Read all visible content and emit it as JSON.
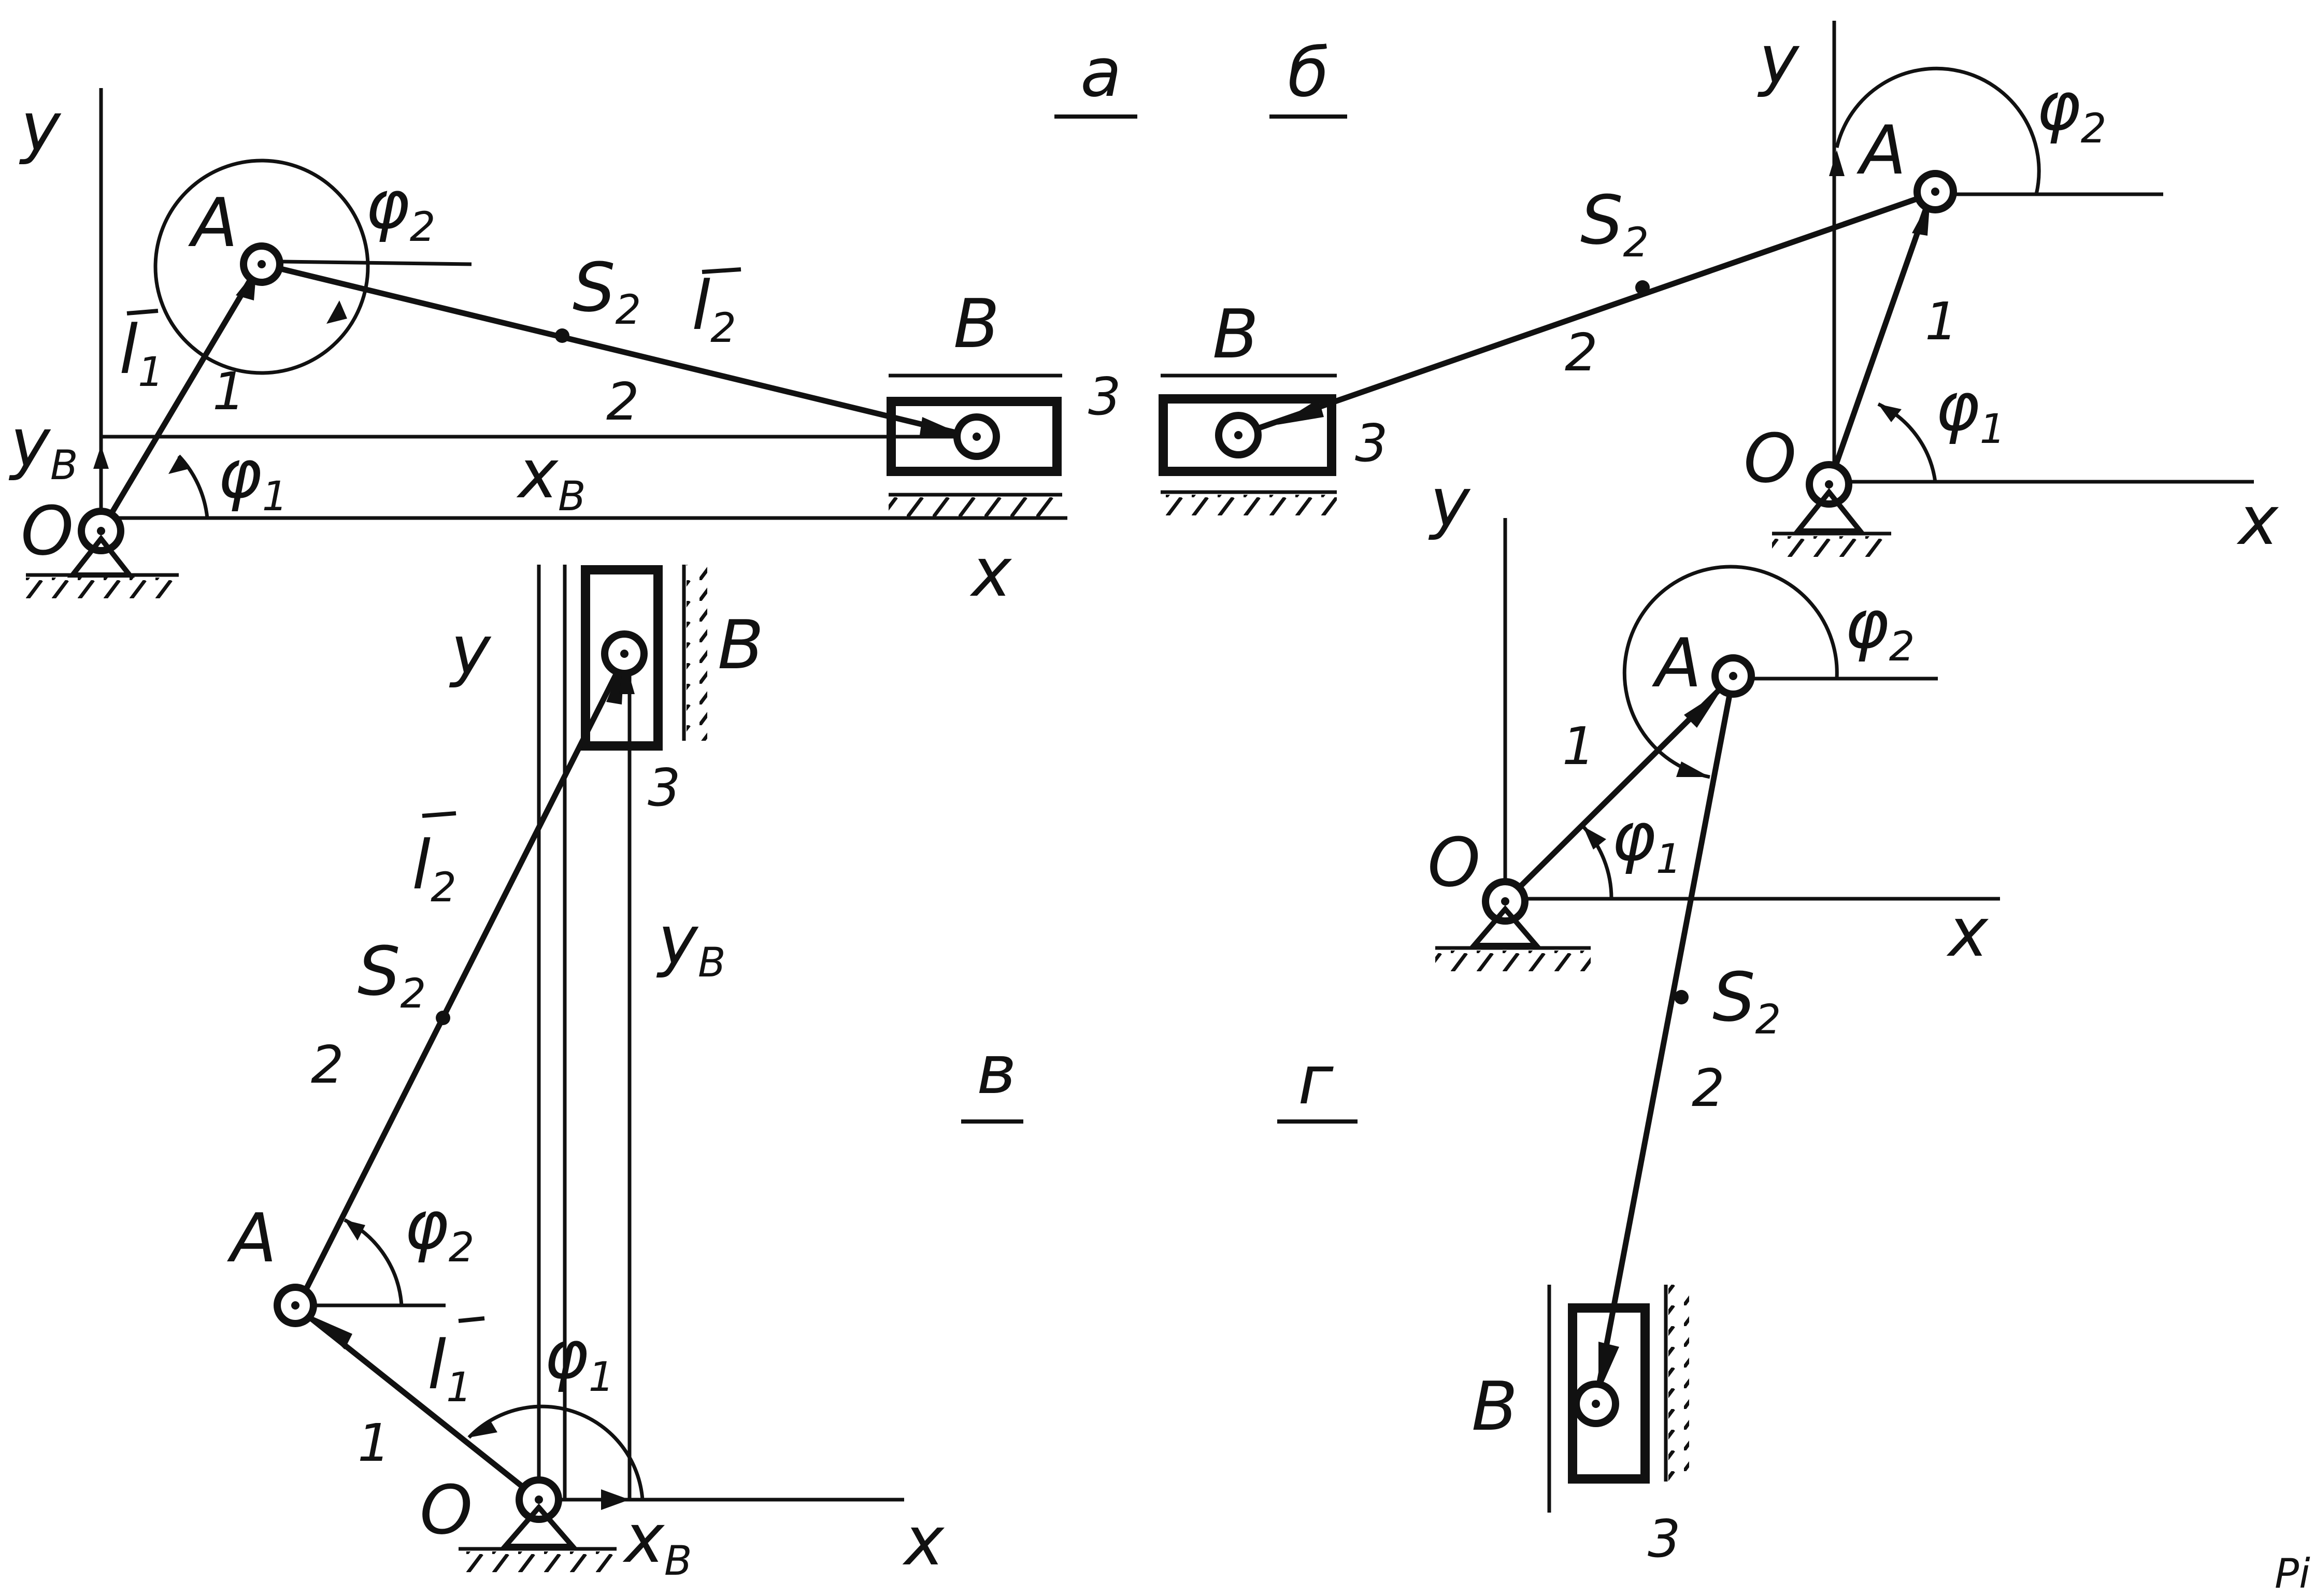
{
  "panels": {
    "a": {
      "caption": "а",
      "labels": {
        "y": "y",
        "x": "x",
        "O": "O",
        "A": "A",
        "B": "B",
        "S2": "S",
        "S2_sub": "2",
        "l1": "l",
        "l1_sub": "1",
        "l2": "l",
        "l2_sub": "2",
        "phi1": "φ",
        "phi1_sub": "1",
        "phi2": "φ",
        "phi2_sub": "2",
        "yB": "y",
        "yB_sub": "B",
        "xB": "x",
        "xB_sub": "B",
        "n1": "1",
        "n2": "2",
        "n3": "3"
      }
    },
    "b": {
      "caption": "б",
      "labels": {
        "y": "y",
        "x": "x",
        "O": "O",
        "A": "A",
        "B": "B",
        "S2": "S",
        "S2_sub": "2",
        "phi1": "φ",
        "phi1_sub": "1",
        "phi2": "φ",
        "phi2_sub": "2",
        "n1": "1",
        "n2": "2",
        "n3": "3"
      }
    },
    "v": {
      "caption": "в",
      "labels": {
        "y": "y",
        "x": "x",
        "O": "O",
        "A": "A",
        "B": "B",
        "S2": "S",
        "S2_sub": "2",
        "l1": "l",
        "l1_sub": "1",
        "l2": "l",
        "l2_sub": "2",
        "phi1": "φ",
        "phi1_sub": "1",
        "phi2": "φ",
        "phi2_sub": "2",
        "yB": "y",
        "yB_sub": "B",
        "xB": "x",
        "xB_sub": "B",
        "n1": "1",
        "n2": "2",
        "n3": "3"
      }
    },
    "g": {
      "caption": "г",
      "labels": {
        "y": "y",
        "x": "x",
        "O": "O",
        "A": "A",
        "B": "B",
        "S2": "S",
        "S2_sub": "2",
        "phi1": "φ",
        "phi1_sub": "1",
        "phi2": "φ",
        "phi2_sub": "2",
        "n1": "1",
        "n2": "2",
        "n3": "3"
      }
    }
  },
  "corner_mark": "Рі"
}
